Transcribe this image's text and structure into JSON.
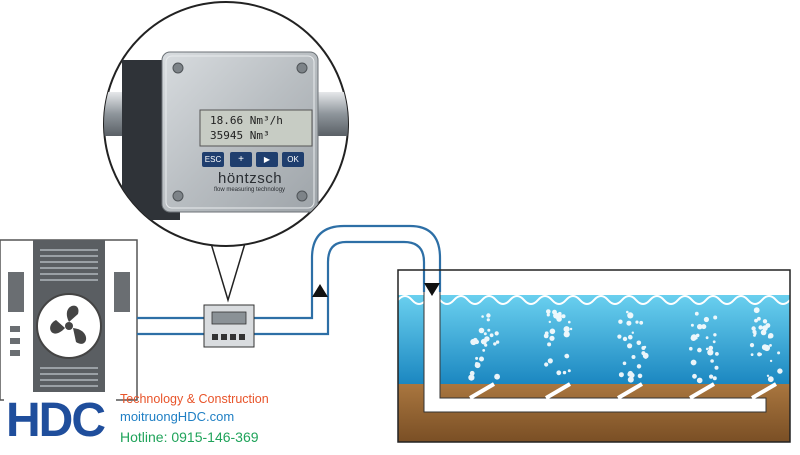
{
  "meter": {
    "display_line1": "18.66 Nm³/h",
    "display_line2": "35945 Nm³",
    "buttons": {
      "esc": "ESC",
      "plus": "+",
      "play": "▶",
      "ok": "OK"
    },
    "brand": "höntzsch",
    "brand_sub": "flow measuring technology"
  },
  "company": {
    "logo_text": "HDC",
    "tagline": "Technology & Construction",
    "website": "moitruongHDC.com",
    "hotline": "Hotline: 0915-146-369"
  },
  "colors": {
    "pipe_stroke": "#2d6fa6",
    "water_top": "#5cc6ea",
    "water_bottom": "#1f8fc7",
    "sludge": "#9a6a3a",
    "logo_blue": "#1f4e9c",
    "tagline": "#e8542a",
    "website": "#1f7fc4",
    "hotline": "#1fa35a"
  },
  "icons": [
    "fan-icon",
    "flow-arrow-up-icon",
    "flow-arrow-down-icon"
  ]
}
